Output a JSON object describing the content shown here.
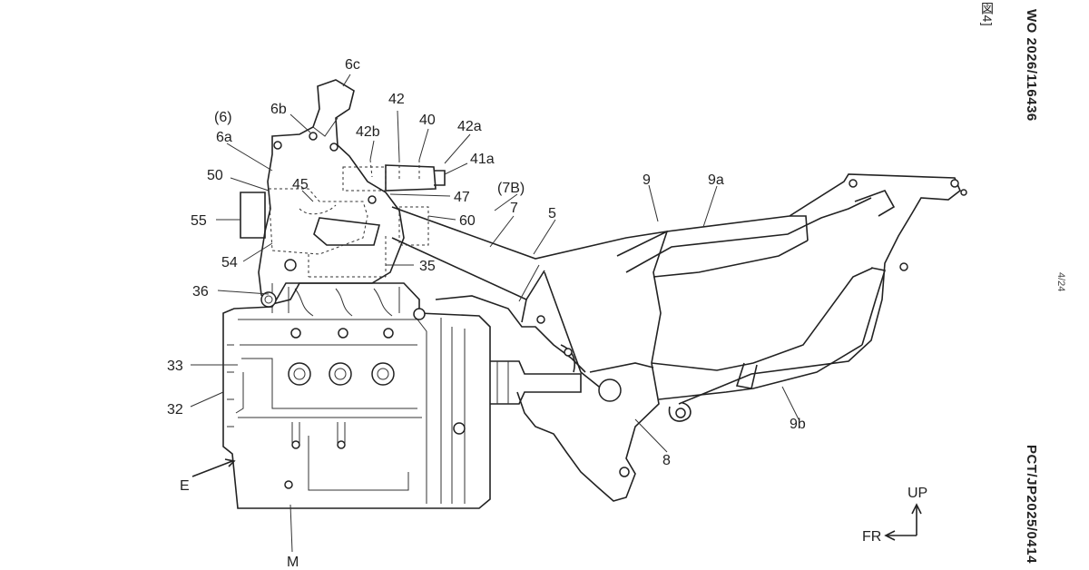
{
  "header": {
    "publication_number": "WO 2026/116436",
    "application_number": "PCT/JP2025/0414",
    "figure_label": "図4]",
    "page_number": "4/24"
  },
  "reference_labels": {
    "r6c": "6c",
    "r6b": "6b",
    "r6paren": "(6)",
    "r6a": "6a",
    "r42": "42",
    "r42b": "42b",
    "r40": "40",
    "r42a": "42a",
    "r41a": "41a",
    "r50": "50",
    "r45": "45",
    "r47": "47",
    "r7B": "(7B)",
    "r7": "7",
    "r5": "5",
    "r9": "9",
    "r9a": "9a",
    "r55": "55",
    "r60": "60",
    "r54": "54",
    "r35": "35",
    "r36": "36",
    "r33": "33",
    "r32": "32",
    "rE": "E",
    "rM": "M",
    "r8": "8",
    "r9b": "9b"
  },
  "direction_indicator": {
    "up_label": "UP",
    "front_label": "FR"
  }
}
